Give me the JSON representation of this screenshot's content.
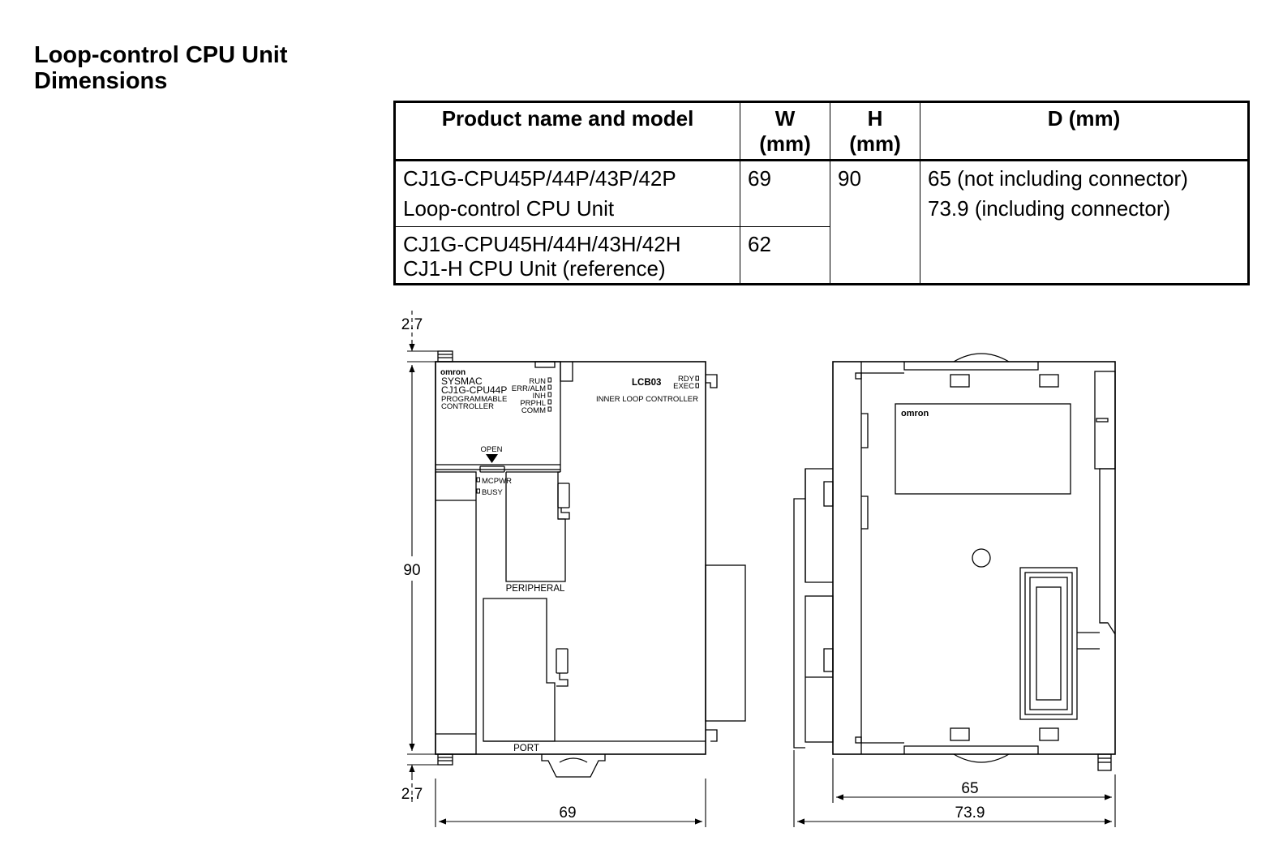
{
  "heading": {
    "line1": "Loop-control CPU Unit",
    "line2": "Dimensions"
  },
  "table": {
    "headers": {
      "product": "Product name and model",
      "w_line1": "W",
      "w_line2": "(mm)",
      "h_line1": "H",
      "h_line2": "(mm)",
      "d": "D (mm)"
    },
    "rows": [
      {
        "model": "CJ1G-CPU45P/44P/43P/42P",
        "name": "Loop-control CPU Unit",
        "w": "69"
      },
      {
        "model": "CJ1G-CPU45H/44H/43H/42H",
        "name": "CJ1-H CPU Unit (reference)",
        "w": "62"
      }
    ],
    "h_value": "90",
    "d_line1": "65 (not including connector)",
    "d_line2": "73.9 (including connector)"
  },
  "front_view": {
    "brand": "omron",
    "sysmac": "SYSMAC",
    "model": "CJ1G-CPU44P",
    "programmable": "PROGRAMMABLE",
    "controller": "CONTROLLER",
    "indicators": [
      "RUN",
      "ERR/ALM",
      "INH",
      "PRPHL",
      "COMM"
    ],
    "lcb_label": "LCB03",
    "lcb_indicators": [
      "RDY",
      "EXEC"
    ],
    "inner_loop": "INNER LOOP CONTROLLER",
    "open_label": "OPEN",
    "mcpwr_label": "MCPWR",
    "busy_label": "BUSY",
    "peripheral_label": "PERIPHERAL",
    "port_label": "PORT"
  },
  "side_view": {
    "brand": "omron"
  },
  "dimensions": {
    "top_offset": "2.7",
    "height": "90",
    "bottom_offset": "2.7",
    "width": "69",
    "depth": "65",
    "depth_connector": "73.9"
  }
}
